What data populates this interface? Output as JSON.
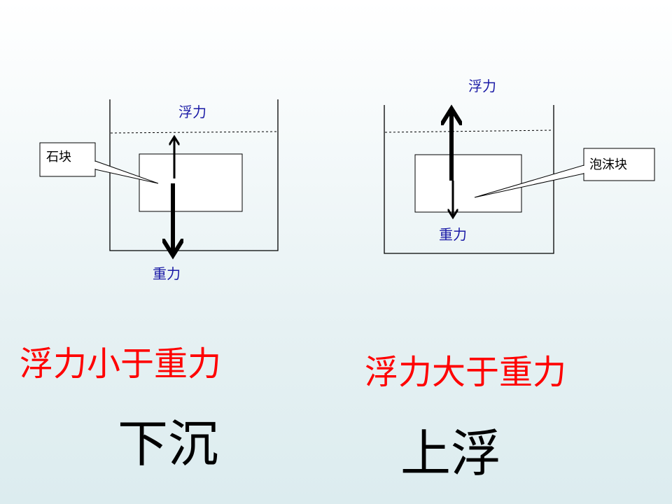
{
  "left_scene": {
    "callout": "石块",
    "buoyancy_label": "浮力",
    "gravity_label": "重力",
    "comparison": "浮力小于重力",
    "outcome": "下沉"
  },
  "right_scene": {
    "callout": "泡沫块",
    "buoyancy_label": "浮力",
    "gravity_label": "重力",
    "comparison": "浮力大于重力",
    "outcome": "上浮"
  },
  "colors": {
    "comparison_text": "#ff0000",
    "force_label_text": "#1a1aa6",
    "outcome_text": "#000000",
    "lines": "#000000"
  }
}
